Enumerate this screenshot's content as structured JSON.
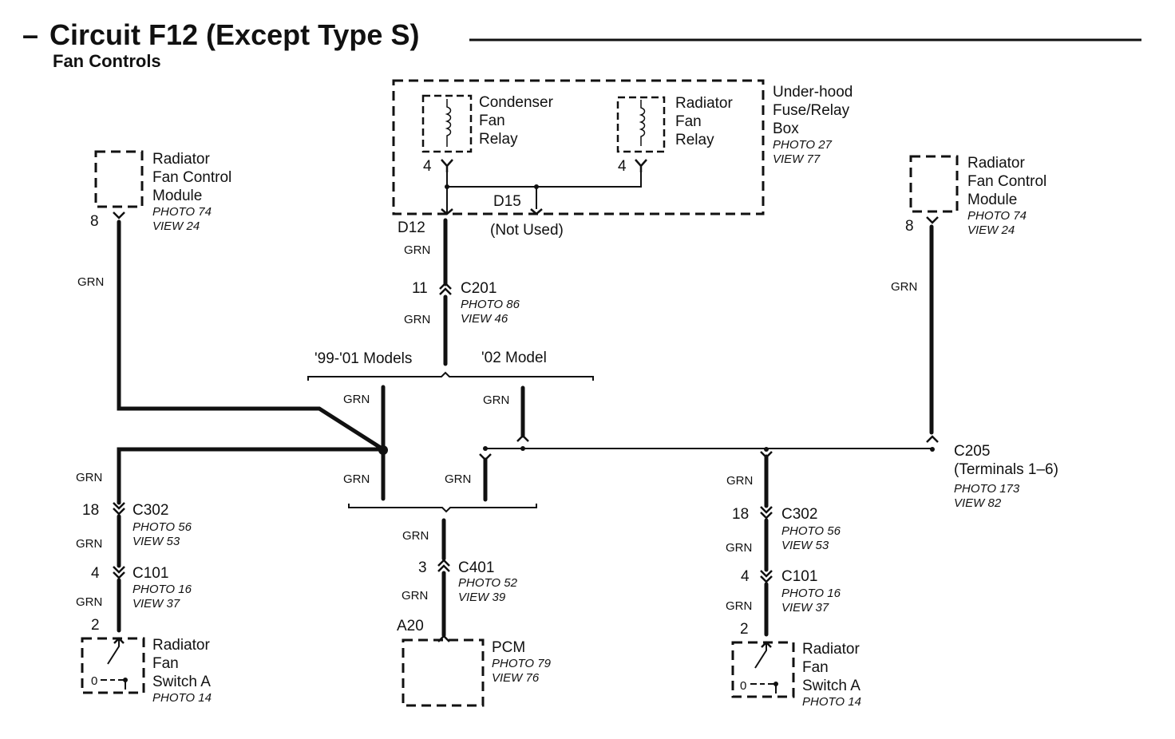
{
  "header": {
    "dash": "–",
    "title": "Circuit F12 (Except Type S)",
    "subtitle": "Fan Controls"
  },
  "fuse_box": {
    "name_lines": [
      "Under-hood",
      "Fuse/Relay",
      "Box"
    ],
    "photo": "PHOTO 27",
    "view": "VIEW 77",
    "condenser_relay_lines": [
      "Condenser",
      "Fan",
      "Relay"
    ],
    "radiator_relay_lines": [
      "Radiator",
      "Fan",
      "Relay"
    ],
    "pin_condenser": "4",
    "pin_radiator": "4",
    "terminal_d12": "D12",
    "terminal_d15": "D15",
    "not_used": "(Not Used)"
  },
  "left_module": {
    "name_lines": [
      "Radiator",
      "Fan Control",
      "Module"
    ],
    "photo": "PHOTO 74",
    "view": "VIEW 24",
    "pin": "8"
  },
  "right_module": {
    "name_lines": [
      "Radiator",
      "Fan Control",
      "Module"
    ],
    "photo": "PHOTO 74",
    "view": "VIEW 24",
    "pin": "8"
  },
  "wire_color": "GRN",
  "c201": {
    "pin": "11",
    "name": "C201",
    "photo": "PHOTO 86",
    "view": "VIEW 46"
  },
  "models": {
    "left": "'99-'01 Models",
    "right": "'02 Model"
  },
  "c205": {
    "name": "C205",
    "terminals": "(Terminals 1–6)",
    "photo": "PHOTO 173",
    "view": "VIEW 82"
  },
  "left_branch": {
    "c302": {
      "pin": "18",
      "name": "C302",
      "photo": "PHOTO 56",
      "view": "VIEW 53"
    },
    "c101": {
      "pin": "4",
      "name": "C101",
      "photo": "PHOTO 16",
      "view": "VIEW 37"
    },
    "switch_pin": "2",
    "switch_lines": [
      "Radiator",
      "Fan",
      "Switch A"
    ],
    "switch_photo": "PHOTO 14",
    "zero": "0"
  },
  "right_branch": {
    "c302": {
      "pin": "18",
      "name": "C302",
      "photo": "PHOTO 56",
      "view": "VIEW 53"
    },
    "c101": {
      "pin": "4",
      "name": "C101",
      "photo": "PHOTO 16",
      "view": "VIEW 37"
    },
    "switch_pin": "2",
    "switch_lines": [
      "Radiator",
      "Fan",
      "Switch A"
    ],
    "switch_photo": "PHOTO 14",
    "zero": "0"
  },
  "pcm": {
    "c401": {
      "pin": "3",
      "name": "C401",
      "photo": "PHOTO 52",
      "view": "VIEW 39"
    },
    "terminal": "A20",
    "name": "PCM",
    "photo": "PHOTO 79",
    "view": "VIEW 76"
  }
}
